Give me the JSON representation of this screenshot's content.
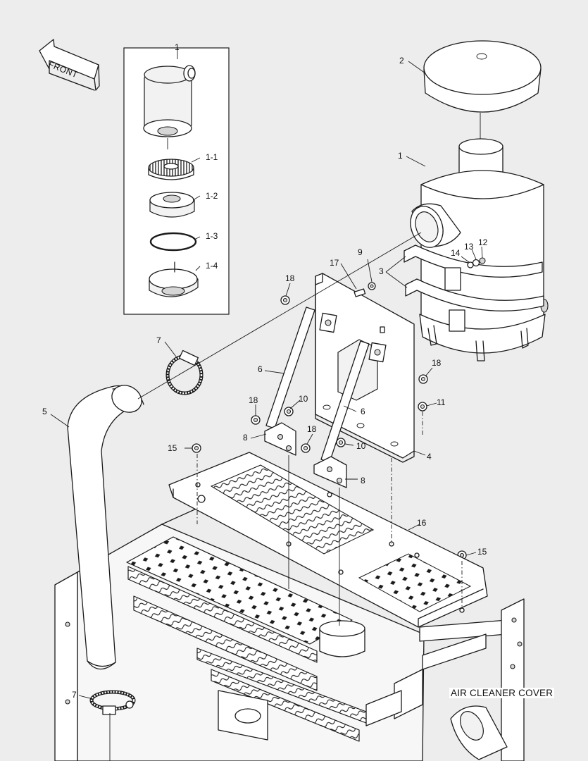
{
  "diagram": {
    "front_label": "FRONT",
    "caption": "AIR CLEANER COVER",
    "callouts": [
      {
        "id": "c-1-top",
        "text": "1"
      },
      {
        "id": "c-1-1",
        "text": "1-1"
      },
      {
        "id": "c-1-2",
        "text": "1-2"
      },
      {
        "id": "c-1-3",
        "text": "1-3"
      },
      {
        "id": "c-1-4",
        "text": "1-4"
      },
      {
        "id": "c-2",
        "text": "2"
      },
      {
        "id": "c-1-main",
        "text": "1"
      },
      {
        "id": "c-3",
        "text": "3"
      },
      {
        "id": "c-4",
        "text": "4"
      },
      {
        "id": "c-5",
        "text": "5"
      },
      {
        "id": "c-6a",
        "text": "6"
      },
      {
        "id": "c-6b",
        "text": "6"
      },
      {
        "id": "c-7a",
        "text": "7"
      },
      {
        "id": "c-7b",
        "text": "7"
      },
      {
        "id": "c-8a",
        "text": "8"
      },
      {
        "id": "c-8b",
        "text": "8"
      },
      {
        "id": "c-9",
        "text": "9"
      },
      {
        "id": "c-10a",
        "text": "10"
      },
      {
        "id": "c-10b",
        "text": "10"
      },
      {
        "id": "c-11",
        "text": "11"
      },
      {
        "id": "c-12",
        "text": "12"
      },
      {
        "id": "c-13",
        "text": "13"
      },
      {
        "id": "c-14",
        "text": "14"
      },
      {
        "id": "c-15a",
        "text": "15"
      },
      {
        "id": "c-15b",
        "text": "15"
      },
      {
        "id": "c-16",
        "text": "16"
      },
      {
        "id": "c-17",
        "text": "17"
      },
      {
        "id": "c-18a",
        "text": "18"
      },
      {
        "id": "c-18b",
        "text": "18"
      },
      {
        "id": "c-18c",
        "text": "18"
      },
      {
        "id": "c-18d",
        "text": "18"
      }
    ]
  }
}
